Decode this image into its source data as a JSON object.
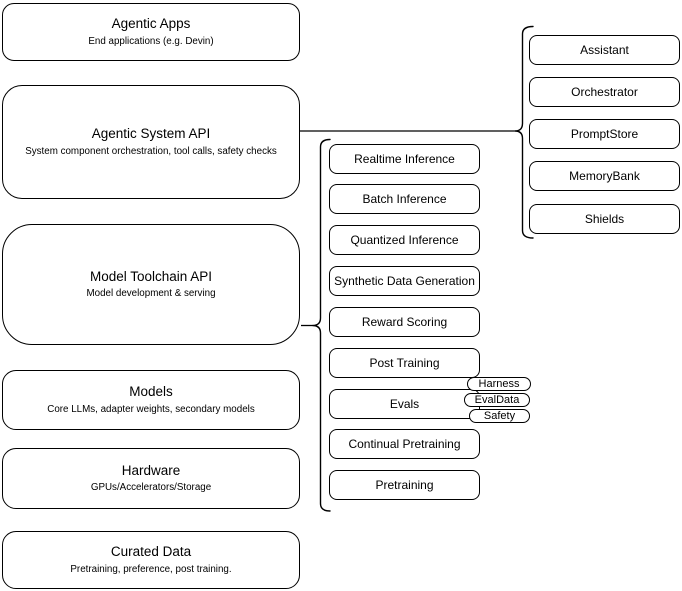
{
  "diagram": {
    "colors": {
      "stroke": "#000000",
      "background": "#ffffff",
      "text": "#000000"
    },
    "left_stack": {
      "agentic_apps": {
        "title": "Agentic Apps",
        "subtitle": "End applications (e.g. Devin)"
      },
      "agentic_system_api": {
        "title": "Agentic System API",
        "subtitle": "System component orchestration, tool calls, safety checks"
      },
      "model_toolchain_api": {
        "title": "Model Toolchain API",
        "subtitle": "Model development & serving"
      },
      "models": {
        "title": "Models",
        "subtitle": "Core LLMs, adapter weights, secondary models"
      },
      "hardware": {
        "title": "Hardware",
        "subtitle": "GPUs/Accelerators/Storage"
      },
      "curated_data": {
        "title": "Curated Data",
        "subtitle": "Pretraining, preference, post training."
      }
    },
    "toolchain_items": [
      "Realtime Inference",
      "Batch Inference",
      "Quantized Inference",
      "Synthetic Data Generation",
      "Reward Scoring",
      "Post Training",
      "Evals",
      "Continual Pretraining",
      "Pretraining"
    ],
    "evals_tags": [
      "Harness",
      "EvalData",
      "Safety"
    ],
    "system_items": [
      "Assistant",
      "Orchestrator",
      "PromptStore",
      "MemoryBank",
      "Shields"
    ]
  }
}
